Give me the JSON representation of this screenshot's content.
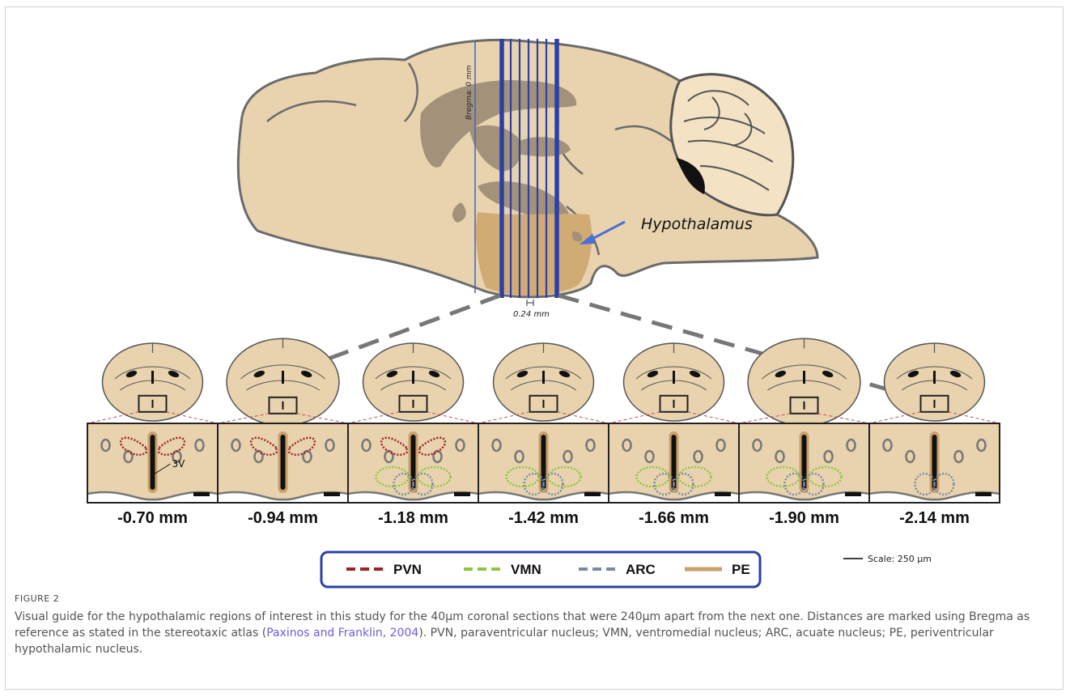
{
  "figure": {
    "bregma_label": "Bregma: 0 mm",
    "hypothalamus_label": "Hypothalamus",
    "spacing_label": "0.24 mm",
    "third_ventricle_label": "3V",
    "sections": [
      {
        "label": "-0.70 mm",
        "regions": [
          "PVN"
        ]
      },
      {
        "label": "-0.94 mm",
        "regions": [
          "PVN"
        ]
      },
      {
        "label": "-1.18 mm",
        "regions": [
          "PVN",
          "VMN",
          "ARC"
        ]
      },
      {
        "label": "-1.42 mm",
        "regions": [
          "VMN",
          "ARC"
        ]
      },
      {
        "label": "-1.66 mm",
        "regions": [
          "VMN",
          "ARC"
        ]
      },
      {
        "label": "-1.90 mm",
        "regions": [
          "VMN",
          "ARC"
        ]
      },
      {
        "label": "-2.14 mm",
        "regions": [
          "ARC"
        ]
      }
    ],
    "legend": [
      {
        "label": "PVN",
        "color": "#9b2226",
        "style": "dashed"
      },
      {
        "label": "VMN",
        "color": "#8dc63f",
        "style": "dashed"
      },
      {
        "label": "ARC",
        "color": "#7a8aa3",
        "style": "dashed"
      },
      {
        "label": "PE",
        "color": "#c9a06a",
        "style": "solid"
      }
    ],
    "scale_label": "Scale: 250 µm",
    "colors": {
      "tissue": "#e8d3ae",
      "tissue_dark": "#d9bd8f",
      "outline": "#6b6b6b",
      "section_lines": "#2b3fa8",
      "legend_border": "#2b3fa8",
      "arrow": "#4a6fd6"
    }
  },
  "caption": {
    "label": "FIGURE 2",
    "text_before": "Visual guide for the hypothalamic regions of interest in this study for the 40μm coronal sections that were 240μm apart from the next one. Distances are marked using Bregma as reference as stated in the stereotaxic atlas (",
    "link": "Paxinos and Franklin, 2004",
    "text_after": "). PVN, paraventricular nucleus; VMN, ventromedial nucleus; ARC, acuate nucleus; PE, periventricular hypothalamic nucleus."
  }
}
